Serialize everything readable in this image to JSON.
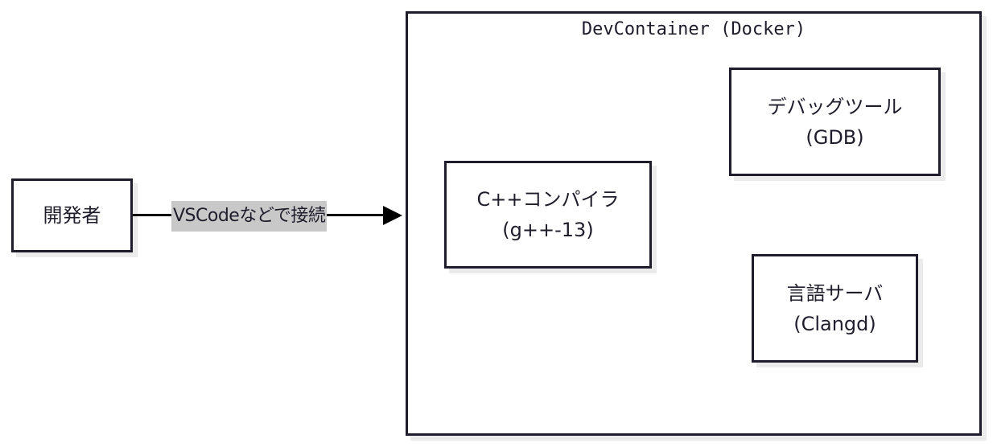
{
  "nodes": {
    "developer": {
      "label": "開発者"
    },
    "compiler": {
      "line1": "C++コンパイラ",
      "line2": "(g++-13)"
    },
    "debugger": {
      "line1": "デバッグツール",
      "line2": "(GDB)"
    },
    "language_server": {
      "line1": "言語サーバ",
      "line2": "(Clangd)"
    }
  },
  "container": {
    "title": "DevContainer (Docker)"
  },
  "edge": {
    "label": "VSCodeなどで接続"
  },
  "colors": {
    "stroke": "#1f1d2b",
    "shadow": "#ebebeb",
    "edge_label_bg": "#c8c8c8"
  }
}
